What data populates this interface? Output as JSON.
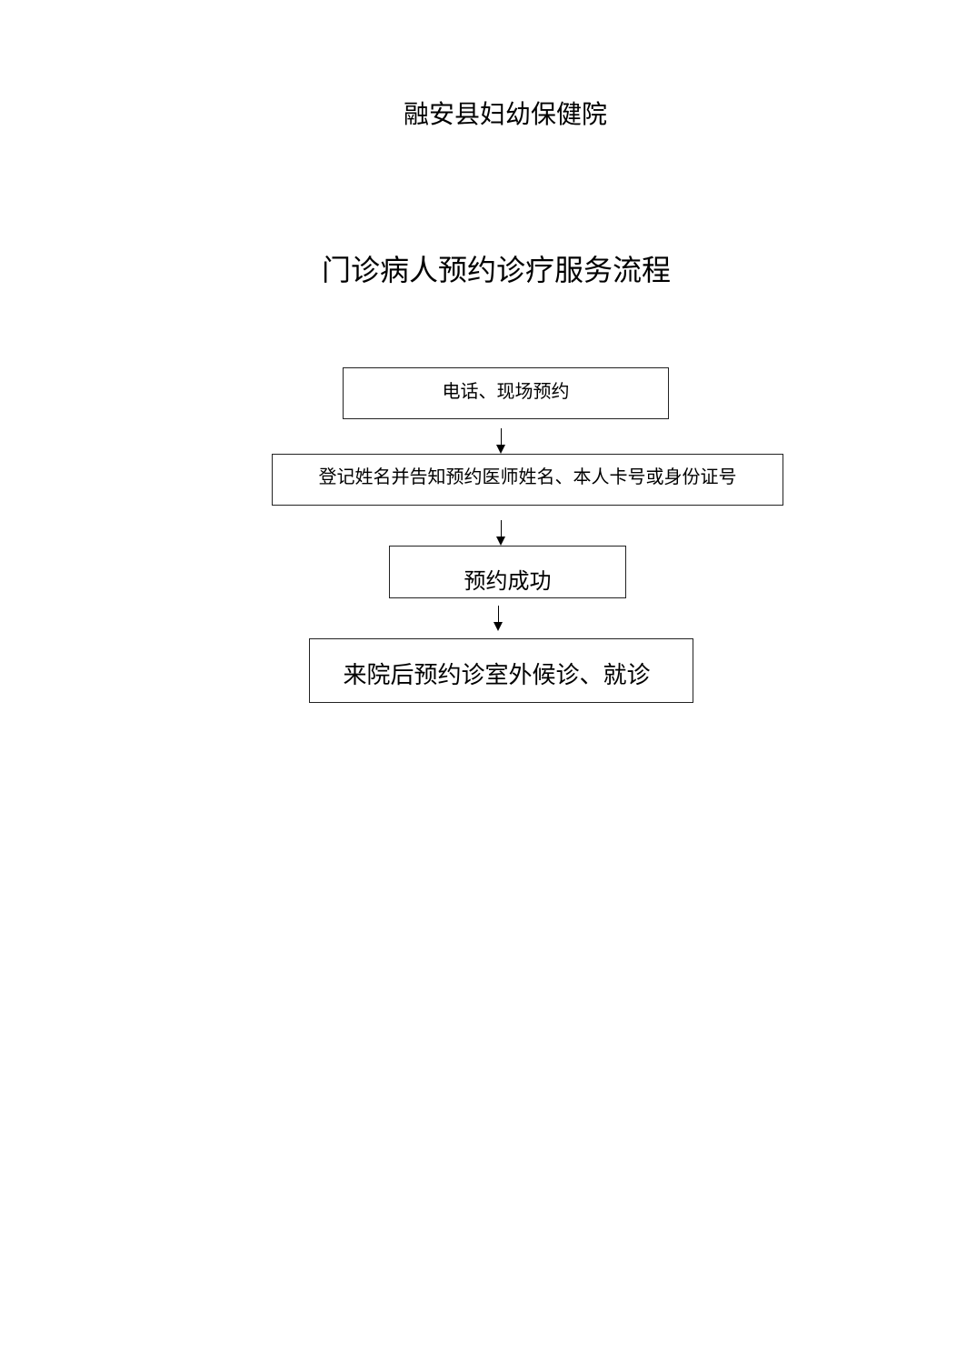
{
  "header": {
    "organization": "融安县妇幼保健院",
    "title": "门诊病人预约诊疗服务流程"
  },
  "flowchart": {
    "steps": [
      "电话、现场预约",
      "登记姓名并告知预约医师姓名、本人卡号或身份证号",
      "预约成功",
      "来院后预约诊室外候诊、就诊"
    ]
  }
}
